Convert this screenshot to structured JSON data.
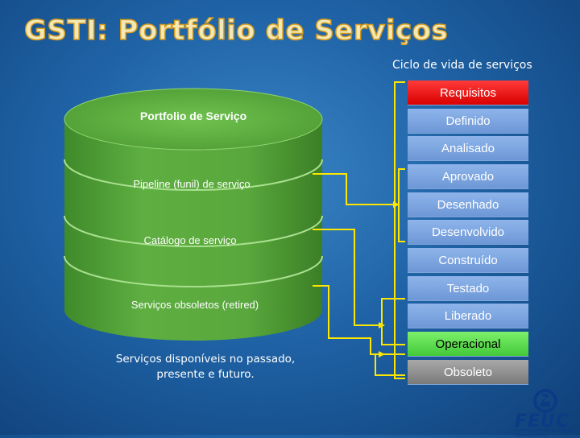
{
  "slide": {
    "title": "GSTI: Portfólio de Serviços",
    "lifecycle_title": "Ciclo de vida de serviços",
    "caption_line1": "Serviços disponíveis no passado,",
    "caption_line2": "presente e futuro."
  },
  "portfolio": {
    "header": "Portfolio de Serviço",
    "layers": [
      "Pipeline (funil) de serviço",
      "Catálogo de serviço",
      "Serviços obsoletos (retired)"
    ],
    "color": "#57a838"
  },
  "lifecycle": {
    "stages": [
      "Requisitos",
      "Definido",
      "Analisado",
      "Aprovado",
      "Desenhado",
      "Desenvolvido",
      "Construído",
      "Testado",
      "Liberado",
      "Operacional",
      "Obsoleto"
    ],
    "colors": {
      "requisitos": "#e60000",
      "default": "#7aa3df",
      "operacional": "#5fdc4f",
      "obsoleto": "#8e8e8e",
      "connector": "#ffe600"
    }
  },
  "logo": {
    "text": "FEUC",
    "subtitle": "Fundação Educacional Unificada Campograndense"
  }
}
